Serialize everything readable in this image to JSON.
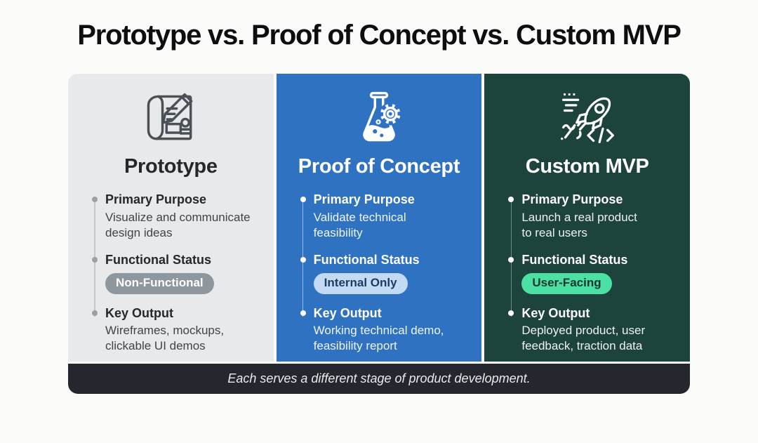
{
  "title": "Prototype vs. Proof of Concept vs. Custom MVP",
  "footer": {
    "note": "Each serves a different stage of product development."
  },
  "colors": {
    "page_background": "#fbfbf9",
    "column_backgrounds": [
      "#e7e9eb",
      "#2f72c2",
      "#1c433c"
    ],
    "badge_backgrounds": [
      "#8e969e",
      "#c3daf4",
      "#4be0a4"
    ],
    "badge_text_colors": [
      "#ffffff",
      "#1d3c63",
      "#143630"
    ],
    "footer_background": "#25272e",
    "title_color": "#0d0e0f"
  },
  "columns": [
    {
      "title": "Prototype",
      "icon": "blueprint-pencil-icon",
      "sections": [
        {
          "label": "Primary Purpose",
          "text": "Visualize and communicate\ndesign ideas"
        },
        {
          "label": "Functional Status",
          "badge": "Non-Functional"
        },
        {
          "label": "Key Output",
          "text": "Wireframes, mockups,\nclickable UI demos"
        }
      ]
    },
    {
      "title": "Proof of Concept",
      "icon": "flask-gear-icon",
      "sections": [
        {
          "label": "Primary Purpose",
          "text": "Validate technical\nfeasibility"
        },
        {
          "label": "Functional Status",
          "badge": "Internal Only"
        },
        {
          "label": "Key Output",
          "text": "Working technical demo,\nfeasibility report"
        }
      ]
    },
    {
      "title": "Custom MVP",
      "icon": "rocket-code-icon",
      "sections": [
        {
          "label": "Primary Purpose",
          "text": "Launch a real product\nto real users"
        },
        {
          "label": "Functional Status",
          "badge": "User-Facing"
        },
        {
          "label": "Key Output",
          "text": "Deployed product, user\nfeedback, traction data"
        }
      ]
    }
  ]
}
